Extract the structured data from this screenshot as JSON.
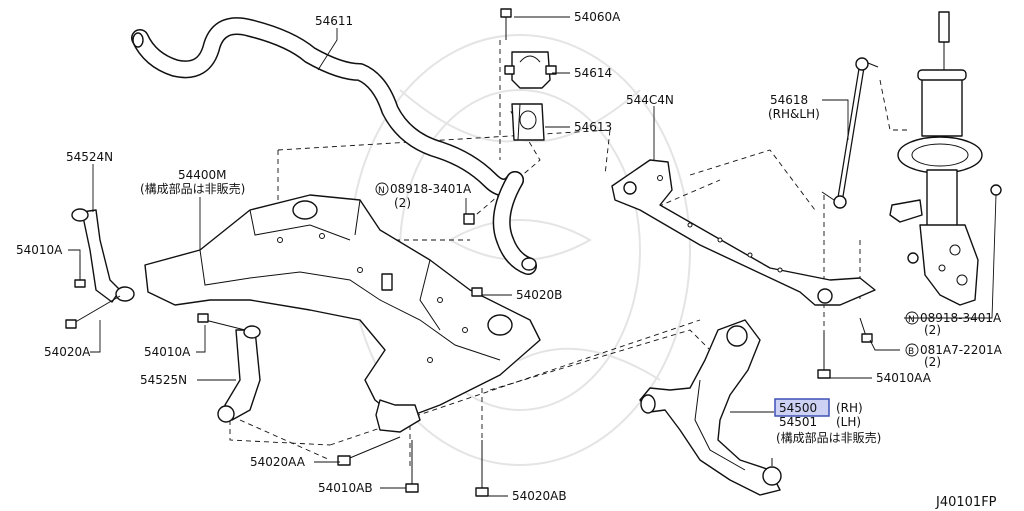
{
  "diagram_id": "J40101FP",
  "callouts": {
    "c54611": "54611",
    "c54060a": "54060A",
    "c54614": "54614",
    "c54613": "54613",
    "c544c4n": "544C4N",
    "c54618": "54618",
    "c54618_note": "(RH&LH)",
    "c54524n": "54524N",
    "c54400m": "54400M",
    "c54400m_note": "(構成部品は非販売)",
    "c08918_a": "08918-3401A",
    "c08918_a_qty": "(2)",
    "c54010a_left": "54010A",
    "c54020b": "54020B",
    "c54020a": "54020A",
    "c54010a_mid": "54010A",
    "c54525n": "54525N",
    "c08918_b": "08918-3401A",
    "c08918_b_qty": "(2)",
    "c081a7": "081A7-2201A",
    "c081a7_qty": "(2)",
    "c54010aa": "54010AA",
    "c54500": "54500",
    "c54500_side": "(RH)",
    "c54501": "54501",
    "c54501_side": "(LH)",
    "c5450x_note": "(構成部品は非販売)",
    "c54020aa": "54020AA",
    "c54010ab": "54010AB",
    "c54020ab": "54020AB"
  },
  "prefix_symbols": {
    "n_mark": "N",
    "b_mark": "B"
  },
  "highlight": {
    "part": "54500",
    "color": "#3f51b5"
  }
}
